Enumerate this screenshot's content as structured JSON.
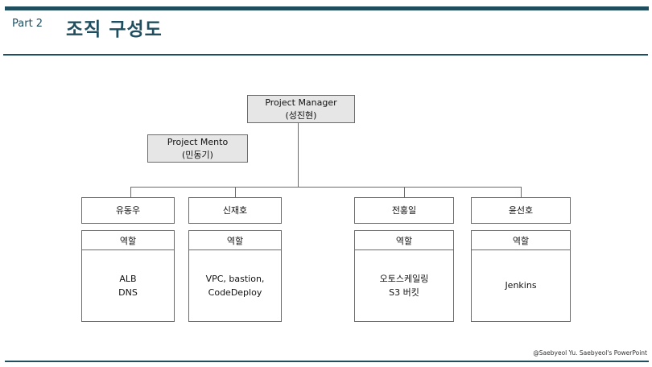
{
  "header": {
    "part": "Part 2",
    "title": "조직 구성도"
  },
  "manager": {
    "role": "Project Manager",
    "name": "(성진현)"
  },
  "mentor": {
    "role": "Project Mento",
    "name": "(민동기)"
  },
  "members": [
    {
      "name": "유동우",
      "role_label": "역할",
      "tasks": [
        "ALB",
        "DNS"
      ]
    },
    {
      "name": "신재호",
      "role_label": "역할",
      "tasks": [
        "VPC, bastion,",
        "CodeDeploy"
      ]
    },
    {
      "name": "전홍일",
      "role_label": "역할",
      "tasks": [
        "오토스케일링",
        "S3 버킷"
      ]
    },
    {
      "name": "윤선호",
      "role_label": "역할",
      "tasks": [
        "Jenkins"
      ]
    }
  ],
  "footer": {
    "copyright": "@Saebyeol Yu. Saebyeol's PowerPoint"
  },
  "colors": {
    "accent": "#1f4e5f",
    "box_border": "#6b6b6b",
    "box_fill_gray": "#e6e6e6"
  }
}
